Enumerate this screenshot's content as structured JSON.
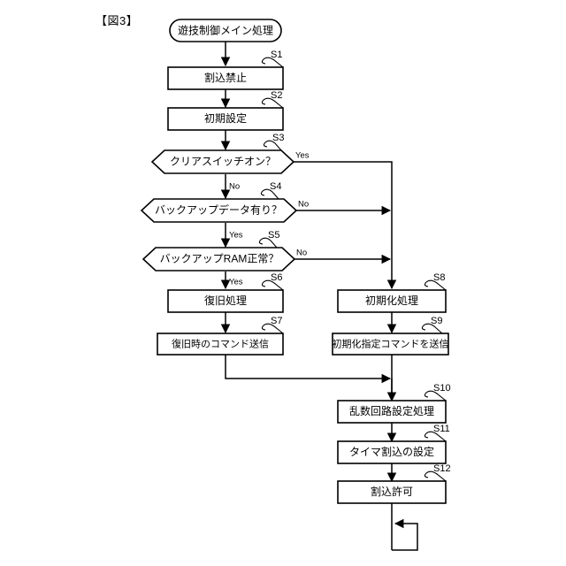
{
  "figure": {
    "title": "【図3】"
  },
  "flowchart": {
    "type": "flowchart",
    "orientation": "top-to-bottom",
    "nodes": [
      {
        "id": "start",
        "shape": "stadium",
        "label": "遊技制御メイン処理",
        "step": ""
      },
      {
        "id": "s1",
        "shape": "rect",
        "label": "割込禁止",
        "step": "S1"
      },
      {
        "id": "s2",
        "shape": "rect",
        "label": "初期設定",
        "step": "S2"
      },
      {
        "id": "s3",
        "shape": "hexagon",
        "label": "クリアスイッチオン？",
        "step": "S3"
      },
      {
        "id": "s4",
        "shape": "hexagon",
        "label": "バックアップデータ有り？",
        "step": "S4"
      },
      {
        "id": "s5",
        "shape": "hexagon",
        "label": "バックアップRAM正常？",
        "step": "S5"
      },
      {
        "id": "s6",
        "shape": "rect",
        "label": "復旧処理",
        "step": "S6"
      },
      {
        "id": "s7",
        "shape": "rect",
        "label": "復旧時のコマンド送信",
        "step": "S7"
      },
      {
        "id": "s8",
        "shape": "rect",
        "label": "初期化処理",
        "step": "S8"
      },
      {
        "id": "s9",
        "shape": "rect",
        "label": "初期化指定コマンドを送信",
        "step": "S9"
      },
      {
        "id": "s10",
        "shape": "rect",
        "label": "乱数回路設定処理",
        "step": "S10"
      },
      {
        "id": "s11",
        "shape": "rect",
        "label": "タイマ割込の設定",
        "step": "S11"
      },
      {
        "id": "s12",
        "shape": "rect",
        "label": "割込許可",
        "step": "S12"
      }
    ],
    "branch_labels": {
      "s3_yes": "Yes",
      "s3_no": "No",
      "s4_no": "No",
      "s4_yes": "Yes",
      "s5_no": "No",
      "s5_yes": "Yes"
    },
    "edges": [
      {
        "from": "start",
        "to": "s1",
        "label": ""
      },
      {
        "from": "s1",
        "to": "s2",
        "label": ""
      },
      {
        "from": "s2",
        "to": "s3",
        "label": ""
      },
      {
        "from": "s3",
        "to": "s8",
        "label": "Yes"
      },
      {
        "from": "s3",
        "to": "s4",
        "label": "No"
      },
      {
        "from": "s4",
        "to": "s8",
        "label": "No"
      },
      {
        "from": "s4",
        "to": "s5",
        "label": "Yes"
      },
      {
        "from": "s5",
        "to": "s8",
        "label": "No"
      },
      {
        "from": "s5",
        "to": "s6",
        "label": "Yes"
      },
      {
        "from": "s6",
        "to": "s7",
        "label": ""
      },
      {
        "from": "s7",
        "to": "s10",
        "label": ""
      },
      {
        "from": "s8",
        "to": "s9",
        "label": ""
      },
      {
        "from": "s9",
        "to": "s10",
        "label": ""
      },
      {
        "from": "s10",
        "to": "s11",
        "label": ""
      },
      {
        "from": "s11",
        "to": "s12",
        "label": ""
      },
      {
        "from": "s12",
        "to": "s12",
        "label": "loop"
      }
    ]
  }
}
